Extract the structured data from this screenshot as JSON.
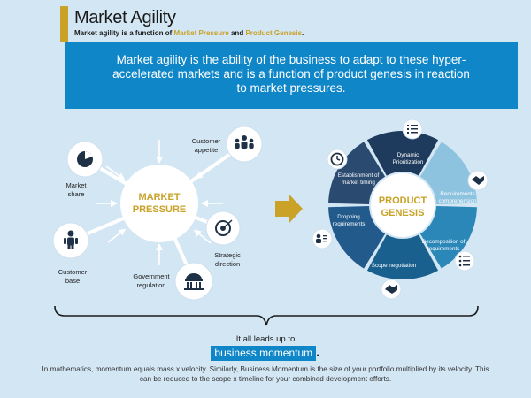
{
  "header": {
    "title": "Market Agility",
    "subtitle_prefix": "Market agility is a function of",
    "subtitle_term1": "Market Pressure",
    "subtitle_and": "and",
    "subtitle_term2": "Product Genesis",
    "subtitle_end": "."
  },
  "banner": {
    "text": "Market agility is the ability of the business to adapt to these hyper-accelerated markets and is a function of product genesis in reaction to market pressures."
  },
  "market_pressure": {
    "center_line1": "MARKET",
    "center_line2": "PRESSURE",
    "nodes": [
      {
        "label_line1": "Market",
        "label_line2": "share",
        "icon": "pie-chart-icon"
      },
      {
        "label_line1": "Customer",
        "label_line2": "appetite",
        "icon": "people-group-icon"
      },
      {
        "label_line1": "Strategic",
        "label_line2": "direction",
        "icon": "target-icon"
      },
      {
        "label_line1": "Government",
        "label_line2": "regulation",
        "icon": "capitol-building-icon"
      },
      {
        "label_line1": "Customer",
        "label_line2": "base",
        "icon": "person-icon"
      }
    ]
  },
  "product_genesis": {
    "center_line1": "PRODUCT",
    "center_line2": "GENESIS",
    "segments": [
      {
        "label_line1": "Dynamic",
        "label_line2": "Prioritization",
        "icon": "checklist-icon"
      },
      {
        "label_line1": "Requirements",
        "label_line2": "comprehension",
        "icon": "handshake-icon"
      },
      {
        "label_line1": "Decomposition of",
        "label_line2": "requirements",
        "icon": "list-icon"
      },
      {
        "label_line1": "Scope negotiation",
        "label_line2": "",
        "icon": "handshake-icon"
      },
      {
        "label_line1": "Dropping",
        "label_line2": "requirements",
        "icon": "user-list-icon"
      },
      {
        "label_line1": "Establishment of",
        "label_line2": "market timing",
        "icon": "clock-icon"
      }
    ]
  },
  "colors": {
    "background": "#d3e6f4",
    "banner": "#0f86c8",
    "gold": "#c9a227",
    "ring_segments": [
      "#1e3a5c",
      "#8ec3e0",
      "#2b87b8",
      "#19608f",
      "#235a8c",
      "#2a4a70"
    ]
  },
  "footer": {
    "leads_text": "It all leads up to",
    "momentum_label": "business momentum",
    "momentum_period": ".",
    "description": "In mathematics, momentum equals mass x velocity. Similarly, Business Momentum is the size of your portfolio multiplied by its velocity. This can be reduced to the scope x timeline for your combined development efforts."
  }
}
